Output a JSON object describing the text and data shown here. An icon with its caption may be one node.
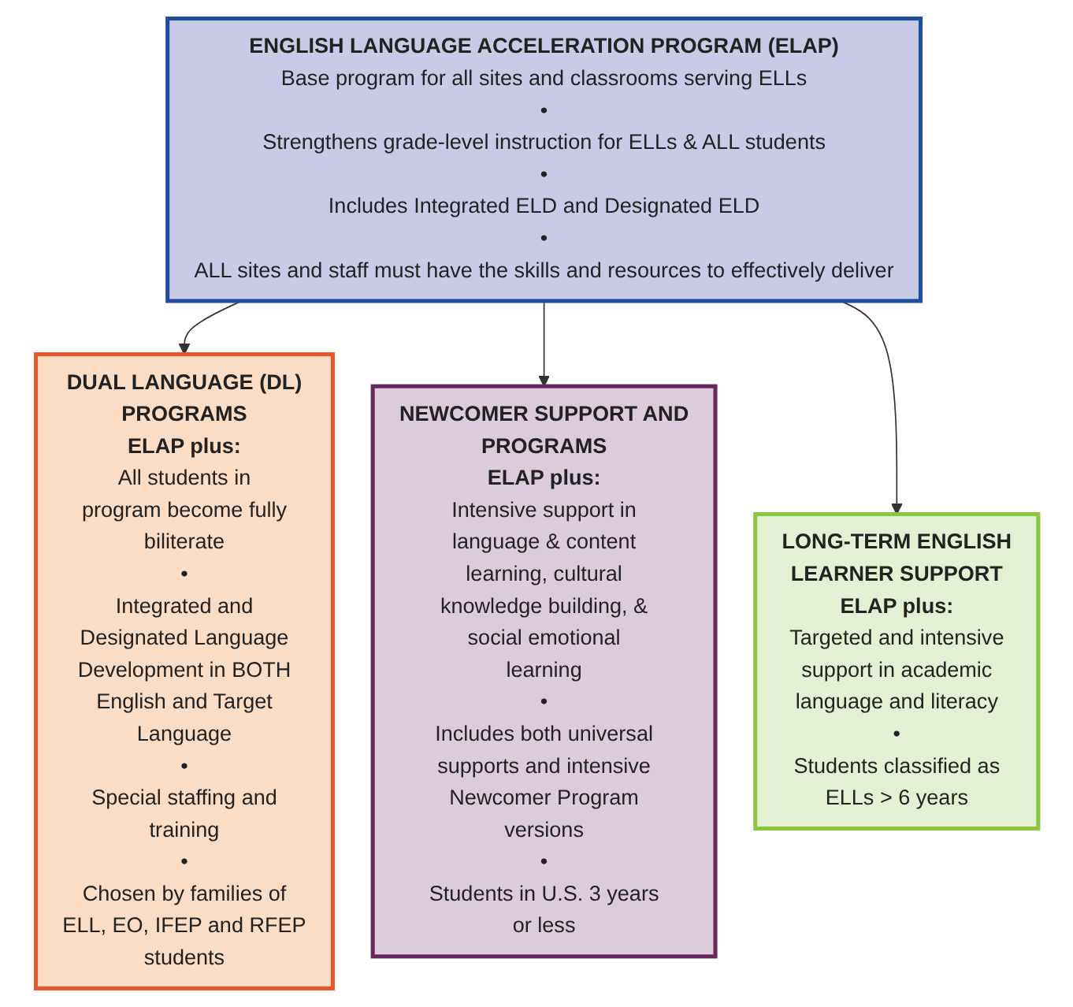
{
  "diagram": {
    "nodes": [
      {
        "text": [
          "ENGLISH LANGUAGE ACCELERATION PROGRAM (ELAP)",
          "Base program for all sites and classrooms serving ELLs",
          "•",
          "Strengthens grade-level instruction for ELLs & ALL students",
          "•",
          "Includes Integrated ELD and Designated ELD",
          "•",
          "ALL sites and staff must have the skills and resources to effectively deliver"
        ]
      },
      {
        "text": [
          "DUAL LANGUAGE (DL) PROGRAMS",
          "ELAP plus:",
          "All students in program become fully biliterate",
          "•",
          "Integrated and Designated Language Development in BOTH English and Target Language",
          "•",
          "Special staffing and training",
          "•",
          "Chosen by families of ELL, EO, IFEP and RFEP students"
        ]
      },
      {
        "text": [
          "NEWCOMER SUPPORT AND PROGRAMS",
          "ELAP plus:",
          "Intensive support in language & content learning, cultural knowledge building, & social emotional learning",
          "•",
          "Includes both universal supports and intensive Newcomer Program versions",
          "•",
          "Students in U.S. 3 years or less"
        ]
      },
      {
        "text": [
          "LONG-TERM ENGLISH LEARNER SUPPORT",
          "ELAP plus:",
          "Targeted and intensive support in academic language and literacy",
          "•",
          "Students classified as ELLs > 6 years"
        ]
      }
    ],
    "edges": [
      {
        "from": 0,
        "to": 1,
        "arrow": "to"
      },
      {
        "from": 0,
        "to": 2,
        "arrow": "to"
      },
      {
        "from": 0,
        "to": 3,
        "arrow": "to"
      }
    ]
  }
}
